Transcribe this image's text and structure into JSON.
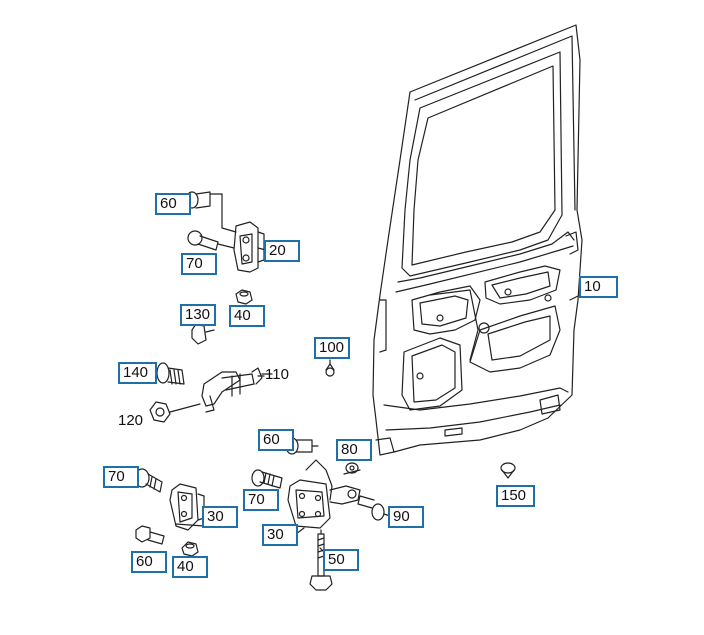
{
  "diagram": {
    "callouts": {
      "c10": "10",
      "c20": "20",
      "c30a": "30",
      "c30b": "30",
      "c40a": "40",
      "c40b": "40",
      "c50": "50",
      "c60a": "60",
      "c60b": "60",
      "c60c": "60",
      "c70a": "70",
      "c70b": "70",
      "c70c": "70",
      "c80": "80",
      "c90": "90",
      "c100": "100",
      "c130": "130",
      "c140": "140",
      "c150": "150"
    },
    "plain_labels": {
      "l110": "110",
      "l120": "120"
    },
    "colors": {
      "callout_border": "#1f6fa8",
      "line": "#222222"
    }
  }
}
